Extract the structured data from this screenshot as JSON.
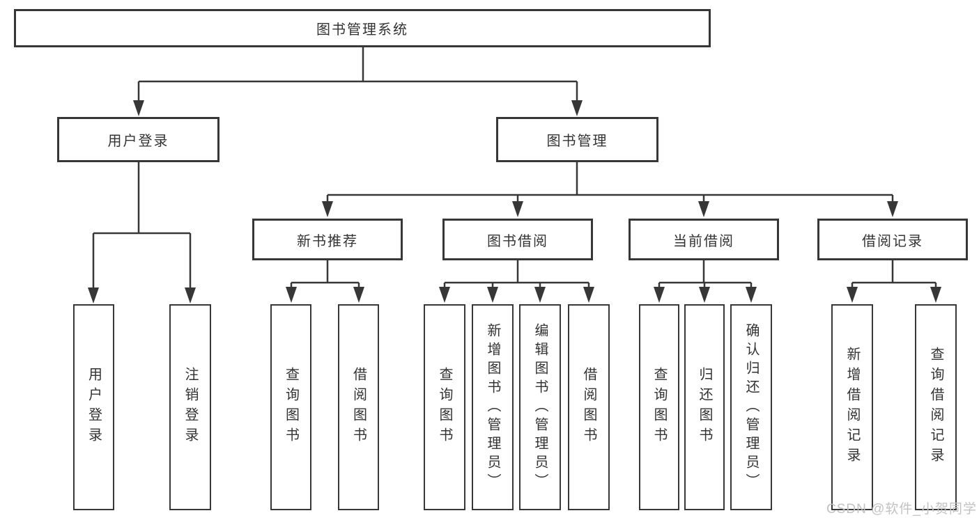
{
  "tree": {
    "label": "图书管理系统",
    "children": [
      {
        "label": "用户登录",
        "children": [
          {
            "label": "用户登录"
          },
          {
            "label": "注销登录"
          }
        ]
      },
      {
        "label": "图书管理",
        "children": [
          {
            "label": "新书推荐",
            "children": [
              {
                "label": "查询图书"
              },
              {
                "label": "借阅图书"
              }
            ]
          },
          {
            "label": "图书借阅",
            "children": [
              {
                "label": "查询图书"
              },
              {
                "label": "新增图书（管理员）"
              },
              {
                "label": "编辑图书（管理员）"
              },
              {
                "label": "借阅图书"
              }
            ]
          },
          {
            "label": "当前借阅",
            "children": [
              {
                "label": "查询图书"
              },
              {
                "label": "归还图书"
              },
              {
                "label": "确认归还（管理员）"
              }
            ]
          },
          {
            "label": "借阅记录",
            "children": [
              {
                "label": "新增借阅记录"
              },
              {
                "label": "查询借阅记录"
              }
            ]
          }
        ]
      }
    ]
  },
  "watermark": "CSDN @软件_小贺同学",
  "colors": {
    "line": "#373737",
    "text": "#333333",
    "watermark": "#c2c2c2",
    "background": "#ffffff"
  }
}
